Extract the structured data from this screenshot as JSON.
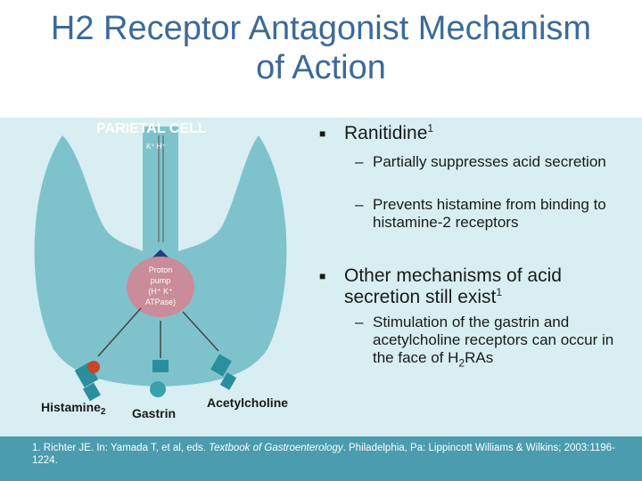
{
  "slide": {
    "title_line1": "H2 Receptor Antagonist Mechanism",
    "title_line2": "of Action"
  },
  "diagram": {
    "cell_label": "PARIETAL CELL",
    "ion_label": "K⁺ H⁺",
    "pump_line1": "Proton",
    "pump_line2": "pump",
    "pump_line3": "(H⁺ K⁺",
    "pump_line4": "ATPase)",
    "histamine_label": "Histamine",
    "histamine_sub": "2",
    "gastrin_label": "Gastrin",
    "acetylcholine_label": "Acetylcholine"
  },
  "bullets": {
    "b1_text": "Ranitidine",
    "b1_sup": "1",
    "b1_sub1": "Partially suppresses acid secretion",
    "b1_sub2": "Prevents histamine from binding to histamine-2 receptors",
    "b2_text": "Other mechanisms of acid secretion still exist",
    "b2_sup": "1",
    "b2_sub1_part1": "Stimulation of the gastrin and acetylcholine receptors can occur in the face of H",
    "b2_sub1_sub": "2",
    "b2_sub1_part2": "RAs"
  },
  "footer": {
    "ref_part1": "1. Richter JE. In: Yamada T, et al, eds. ",
    "ref_book": "Textbook of Gastroenterology",
    "ref_part2": ". Philadelphia, Pa: Lippincott Williams & Wilkins; 2003:1196-1224."
  },
  "colors": {
    "title": "#3a6a9a",
    "panel_bg": "#d8eef2",
    "cell": "#7ec3cc",
    "pump": "#c98c98",
    "footer_bg": "#4a9cae",
    "arrow_blue": "#1f3f7a"
  }
}
